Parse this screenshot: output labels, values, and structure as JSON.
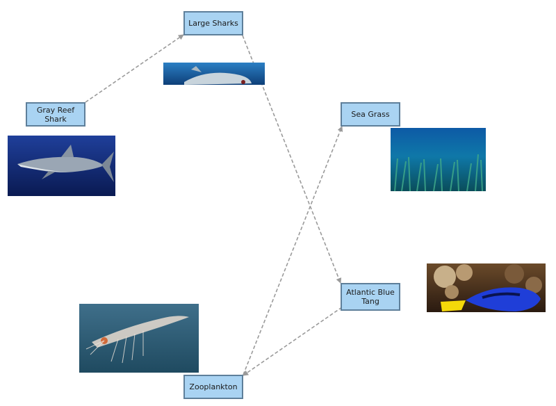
{
  "nodes": {
    "large_sharks": "Large Sharks",
    "gray_reef_shark": "Gray Reef Shark",
    "sea_grass": "Sea Grass",
    "atlantic_blue_tang": "Atlantic Blue Tang",
    "zooplankton": "Zooplankton"
  },
  "edges": [
    {
      "from": "gray_reef_shark",
      "to": "large_sharks"
    },
    {
      "from": "large_sharks",
      "to": "atlantic_blue_tang"
    },
    {
      "from": "zooplankton",
      "to": "sea_grass"
    },
    {
      "from": "atlantic_blue_tang",
      "to": "zooplankton"
    }
  ],
  "colors": {
    "node_fill": "#a9d3f2",
    "node_border": "#5e7f9a",
    "edge": "#9a9a9a"
  }
}
